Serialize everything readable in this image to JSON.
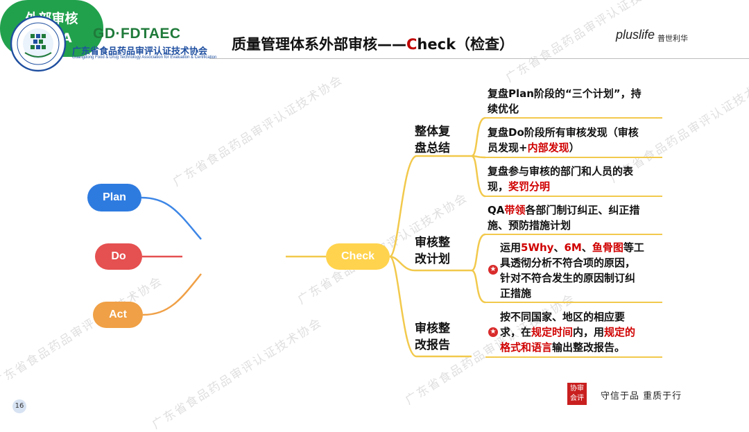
{
  "header": {
    "logo_abbr": "GD·FDTAEC",
    "logo_cn": "广东省食品药品审评认证技术协会",
    "logo_en": "Guangdong Food & Drug Technology Association for Evaluation & Certification",
    "title_before": "质量管理体系外部审核——",
    "title_c": "C",
    "title_after": "heck（检查）",
    "brand": "pluslife",
    "brand_cn": "普世利华"
  },
  "mindmap": {
    "plan": "Plan",
    "do": "Do",
    "act": "Act",
    "center_line1": "外部审核",
    "center_line2": "PDCA",
    "check": "Check",
    "branches": [
      {
        "line1": "整体复",
        "line2": "盘总结"
      },
      {
        "line1": "审核整",
        "line2": "改计划"
      },
      {
        "line1": "审核整",
        "line2": "改报告"
      }
    ],
    "items": {
      "b1_i1_l1": "复盘Plan阶段的“三个计划”，持",
      "b1_i1_l2": "续优化",
      "b1_i2_l1": "复盘Do阶段所有审核发现（审核",
      "b1_i2_l2a": "员发现+",
      "b1_i2_l2r": "内部发现",
      "b1_i2_l2b": "）",
      "b1_i3_l1": "复盘参与审核的部门和人员的表",
      "b1_i3_l2a": "现，",
      "b1_i3_l2r": "奖罚分明",
      "b2_i1_l1a": "QA",
      "b2_i1_l1r": "带领",
      "b2_i1_l1b": "各部门制订纠正、纠正措",
      "b2_i1_l2": "施、预防措施计划",
      "b2_i2_l1a": "运用",
      "b2_i2_l1r1": "5Why",
      "b2_i2_l1b": "、",
      "b2_i2_l1r2": "6M",
      "b2_i2_l1c": "、",
      "b2_i2_l1r3": "鱼骨图",
      "b2_i2_l1d": "等工",
      "b2_i2_l2": "具透彻分析不符合项的原因，",
      "b2_i2_l3": "针对不符合发生的原因制订纠",
      "b2_i2_l4": "正措施",
      "b3_i1_l1": "按不同国家、地区的相应要",
      "b3_i1_l2a": "求，在",
      "b3_i1_l2r1": "规定时间",
      "b3_i1_l2b": "内，用",
      "b3_i1_l2r2": "规定的",
      "b3_i1_l3r": "格式和语言",
      "b3_i1_l3b": "输出整改报告。"
    }
  },
  "footer": {
    "page_number": "16",
    "stamp_text": "协审会评",
    "slogan": "守信于品  重质于行"
  },
  "watermark": "广东省食品药品审评认证技术协会",
  "colors": {
    "plan": "#2e7be0",
    "do": "#e55050",
    "act": "#f0a046",
    "center": "#22a14d",
    "check": "#ffd34d",
    "highlight": "#d00000"
  }
}
